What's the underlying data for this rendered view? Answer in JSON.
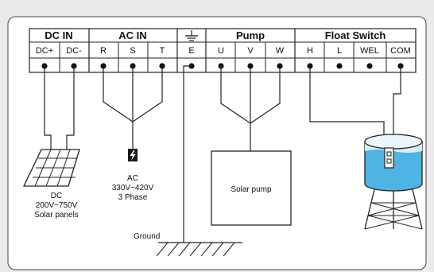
{
  "terminal_groups": [
    {
      "key": "dc",
      "title": "DC IN",
      "terminals": [
        "DC+",
        "DC-"
      ]
    },
    {
      "key": "ac",
      "title": "AC IN",
      "terminals": [
        "R",
        "S",
        "T"
      ]
    },
    {
      "key": "ground",
      "title": "",
      "icon": "ground-symbol-icon",
      "terminals": [
        "E"
      ]
    },
    {
      "key": "pump",
      "title": "Pump",
      "terminals": [
        "U",
        "V",
        "W"
      ]
    },
    {
      "key": "float",
      "title": "Float Switch",
      "terminals": [
        "H",
        "L",
        "WEL",
        "COM"
      ]
    }
  ],
  "dc_source": {
    "lines": [
      "DC",
      "200V~750V",
      "Solar panels"
    ],
    "icon": "solar-panel-icon"
  },
  "ac_source": {
    "lines": [
      "AC",
      "330V~420V",
      "3 Phase"
    ],
    "icon": "lightning-bolt-icon"
  },
  "pump_box": {
    "label": "Solar pump"
  },
  "ground_label": "Ground",
  "tank": {
    "icon": "water-tower-icon",
    "water_color": "#4fb4e4"
  },
  "colors": {
    "background": "#ebebeb",
    "panel": "#ffffff",
    "line": "#222222"
  }
}
